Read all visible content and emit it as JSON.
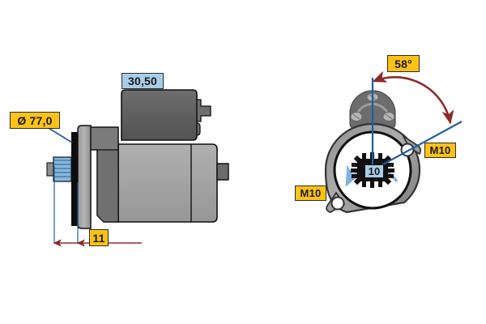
{
  "drawing": {
    "title": "Starter motor technical dimension drawing",
    "background_color": "#ffffff",
    "views": [
      {
        "name": "side-view",
        "position": "left"
      },
      {
        "name": "front-view",
        "position": "right"
      }
    ]
  },
  "callouts": {
    "diameter": {
      "text": "Ø 77,0",
      "color": "#fcc215",
      "kind": "yellow"
    },
    "length": {
      "text": "30,50",
      "color": "#a8cde8",
      "kind": "blue"
    },
    "offset": {
      "text": "11",
      "color": "#fcc215",
      "kind": "yellow"
    },
    "angle": {
      "text": "58°",
      "color": "#fcc215",
      "kind": "yellow"
    },
    "m10_right": {
      "text": "M10",
      "color": "#fcc215",
      "kind": "yellow"
    },
    "m10_left": {
      "text": "M10",
      "color": "#fcc215",
      "kind": "yellow"
    },
    "teeth": {
      "text": "10",
      "color": "#a8cde8",
      "kind": "blue"
    }
  },
  "colors": {
    "body_light_grey": "#a6a6a6",
    "body_mid_grey": "#8c8c8c",
    "body_dark_grey": "#5f5f5f",
    "outline_black": "#111111",
    "leader_blue": "#1f5f9e",
    "dimension_red": "#8c2b2b",
    "rotation_arrow_blue": "#7fb3de",
    "pinion_blue": "#86b7dd",
    "callout_yellow": "#fcc215",
    "callout_blue": "#a8cde8"
  },
  "annotations": {
    "leader_lines": [
      {
        "name": "diameter-leader",
        "from": "diameter-callout",
        "to": "pinion-face"
      },
      {
        "name": "m10-right-leader",
        "from": "m10-right-callout",
        "to": "mounting-hole-upper"
      },
      {
        "name": "angle-axis-line",
        "from": "angle-reference-vertical",
        "to": "pinion-center"
      }
    ],
    "dimension_lines": [
      {
        "name": "offset-dimension",
        "label": "11",
        "style": "double-arrow",
        "color": "#8c2b2b"
      }
    ],
    "arcs": [
      {
        "name": "angle-arc",
        "label": "58°",
        "color": "#8c2b2b",
        "arrows": "both"
      },
      {
        "name": "rotation-direction-arrow",
        "color": "#7fb3de",
        "arrows": "end"
      }
    ]
  }
}
